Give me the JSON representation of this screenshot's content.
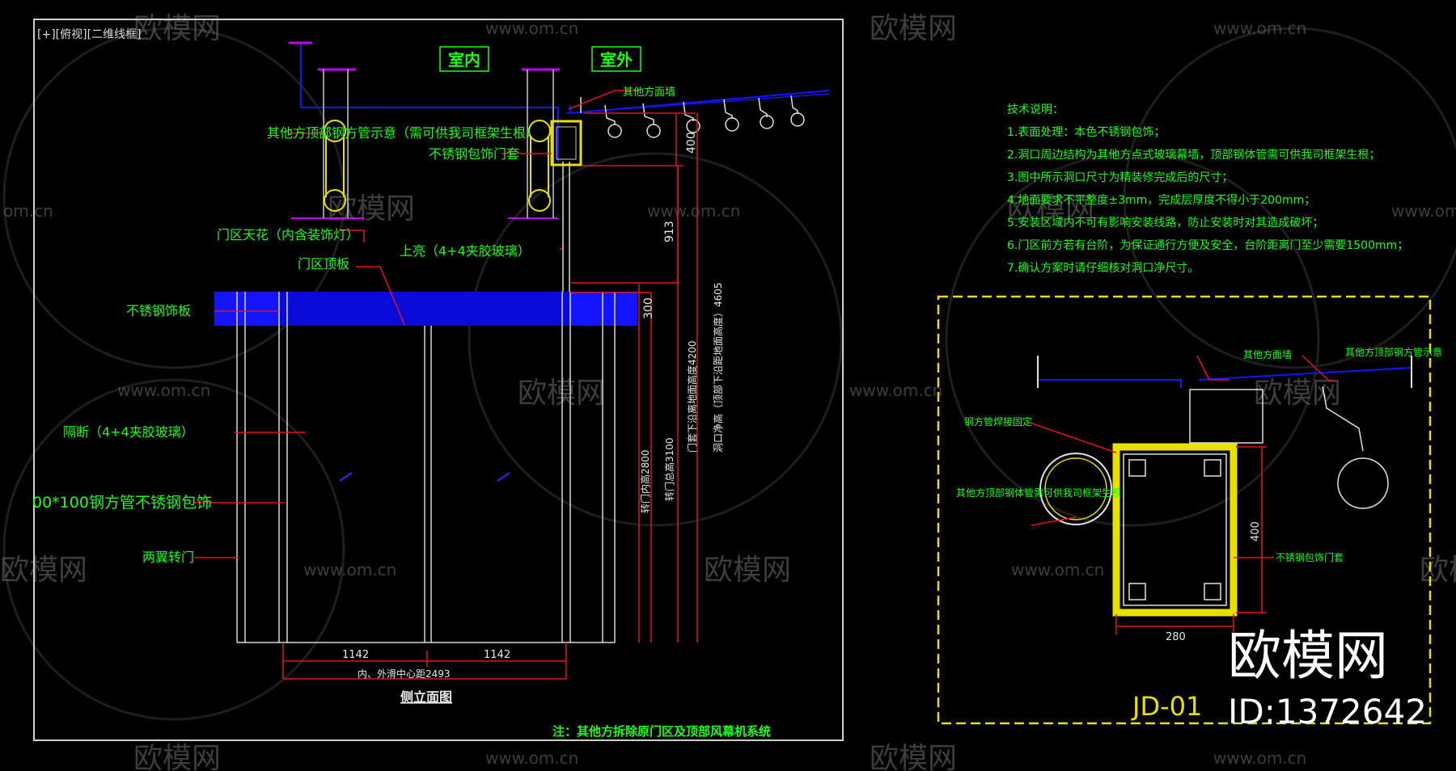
{
  "viewport_label": "[+][俯视][二维线框]",
  "header": {
    "indoor": "室内",
    "outdoor": "室外"
  },
  "left_labels": {
    "top_pipe": "其他方顶部钢方管示意（需可供我司框架生根）",
    "door_cover": "不锈钢包饰门套",
    "ceiling": "门区天花（内含装饰灯）",
    "upper_glass": "上亮（4+4夹胶玻璃）",
    "top_panel": "门区顶板",
    "steel_panel": "不锈钢饰板",
    "partition": "隔断（4+4夹胶玻璃）",
    "steel_tube": "00*100钢方管不锈钢包饰",
    "two_wing_door": "两翼转门"
  },
  "top_right_label": "其他方面墙",
  "dims": {
    "d400": "400",
    "d913": "913",
    "d300": "300",
    "d2800": "转门内高2800",
    "d3100": "转门总高3100",
    "d4200": "门套下沿离地面高度4200",
    "d4605": "洞口净高（顶部下沿距地面高度）4605",
    "d1142a": "1142",
    "d1142b": "1142",
    "d2493": "内、外滑中心距2493"
  },
  "drawing_title": "侧立面图",
  "note": "注：其他方拆除原门区及顶部风幕机系统",
  "tech_notes": {
    "title": "技术说明：",
    "items": [
      "1.表面处理：本色不锈钢包饰；",
      "2.洞口周边结构为其他方点式玻璃幕墙，顶部钢体管需可供我司框架生根；",
      "3.图中所示洞口尺寸为精装修完成后的尺寸；",
      "4.地面要求不平整度±3mm，完成层厚度不得小于200mm；",
      "5.安装区域内不可有影响安装线路，防止安装时对其造成破坏；",
      "6.门区前方若有台阶，为保证通行方便及安全，台阶距离门至少需要1500mm；",
      "7.确认方案时请仔细核对洞口净尺寸。"
    ]
  },
  "detail": {
    "label_wall": "其他方面墙",
    "label_pipe_right": "其他方顶部钢方管示意",
    "label_fix": "钢方管焊接固定",
    "label_pipe_left": "其他方顶部钢体管需可供我司框架生根",
    "label_cover": "不锈钢包饰门套",
    "dim_400": "400",
    "dim_280": "280",
    "code": "JD-01"
  },
  "brand": {
    "name": "欧模网",
    "id": "ID:1372642"
  },
  "watermarks": {
    "cn": "欧模网",
    "url": "www.om.cn",
    "url_cut": "om.cn"
  },
  "colors": {
    "green": "#18ff18",
    "red": "#e3141b",
    "blue": "#1414ff",
    "yellow": "#e8e000",
    "magenta": "#c000ff",
    "frame": "#cfcfcf"
  }
}
